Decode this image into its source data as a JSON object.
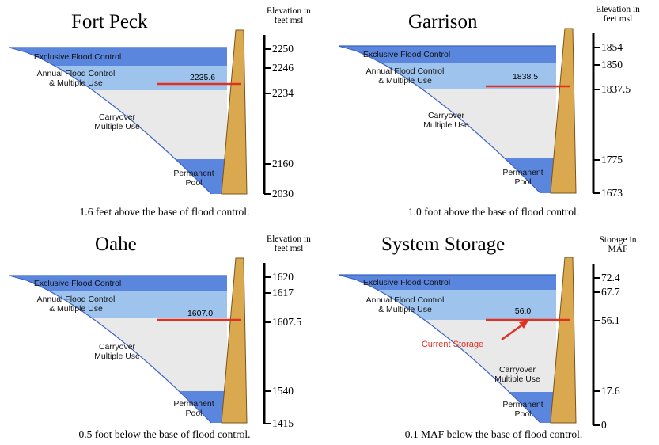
{
  "colors": {
    "exclusive_flood_control": "#5b86de",
    "annual_flood_control": "#9ec3ec",
    "carryover": "#e9e9e9",
    "permanent_pool": "#5b86de",
    "water_outline": "#3a63c4",
    "dam_fill": "#d9a84f",
    "dam_stroke": "#7a5418",
    "level_line": "#e03020"
  },
  "panels": [
    {
      "id": "fort-peck",
      "title": "Fort Peck",
      "axis_title": [
        "Elevation in",
        "feet msl"
      ],
      "ticks": [
        "2250",
        "2246",
        "2234",
        "2160",
        "2030"
      ],
      "zones": {
        "exclusive": "Exclusive Flood Control",
        "annual": [
          "Annual Flood Control",
          "& Multiple Use"
        ],
        "carryover": [
          "Carryover",
          "Multiple Use"
        ],
        "permanent": [
          "Permanent",
          "Pool"
        ]
      },
      "current_level": "2235.6",
      "caption": "1.6 feet above the base of flood control."
    },
    {
      "id": "garrison",
      "title": "Garrison",
      "axis_title": [
        "Elevation in",
        "feet msl"
      ],
      "ticks": [
        "1854",
        "1850",
        "1837.5",
        "1775",
        "1673"
      ],
      "zones": {
        "exclusive": "Exclusive Flood Control",
        "annual": [
          "Annual Flood Control",
          "& Multiple Use"
        ],
        "carryover": [
          "Carryover",
          "Multiple Use"
        ],
        "permanent": [
          "Permanent",
          "Pool"
        ]
      },
      "current_level": "1838.5",
      "caption": "1.0 foot above the base of flood control."
    },
    {
      "id": "oahe",
      "title": "Oahe",
      "axis_title": [
        "Elevation in",
        "feet msl"
      ],
      "ticks": [
        "1620",
        "1617",
        "1607.5",
        "1540",
        "1415"
      ],
      "zones": {
        "exclusive": "Exclusive Flood Control",
        "annual": [
          "Annual Flood Control",
          "& Multiple Use"
        ],
        "carryover": [
          "Carryover",
          "Multiple Use"
        ],
        "permanent": [
          "Permanent",
          "Pool"
        ]
      },
      "current_level": "1607.0",
      "caption": "0.5 foot below the base of flood control."
    },
    {
      "id": "system-storage",
      "title": "System Storage",
      "axis_title": [
        "Storage in",
        "MAF"
      ],
      "ticks": [
        "72.4",
        "67.7",
        "56.1",
        "17.6",
        "0"
      ],
      "zones": {
        "exclusive": "Exclusive Flood Control",
        "annual": [
          "Annual Flood Control",
          "& Multiple Use"
        ],
        "carryover": [
          "Carryover",
          "Multiple Use"
        ],
        "permanent": [
          "Permanent",
          "Pool"
        ]
      },
      "current_level": "56.0",
      "current_storage_label": "Current Storage",
      "caption": "0.1 MAF below the base of flood control."
    }
  ]
}
